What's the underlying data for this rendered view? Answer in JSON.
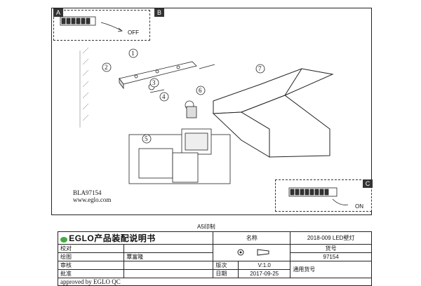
{
  "sheet": {
    "panel_a": "A",
    "panel_b": "B",
    "panel_c": "C",
    "off_label": "OFF",
    "on_label": "ON",
    "steps": [
      "1",
      "2",
      "3",
      "4",
      "5",
      "6",
      "7"
    ],
    "model": "BLA97154",
    "website": "www.eglo.com"
  },
  "print_note": "A5印制",
  "title_block": {
    "brand": "EGLO",
    "doc_title": "产品装配说明书",
    "rows": [
      {
        "label": "校对",
        "value": ""
      },
      {
        "label": "绘图",
        "value": "覃富隆"
      },
      {
        "label": "审核",
        "value": ""
      },
      {
        "label": "批准",
        "value": ""
      }
    ],
    "version_label": "版次",
    "version": "V:1.0",
    "date_label": "日期",
    "date": "2017-09-25",
    "name_label": "名称",
    "name_value": "2018-009 LED壁灯",
    "item_no_label": "货号",
    "item_no_value": "97154",
    "universal_no_label": "通用货号",
    "approved": "approved by EGLO QC"
  }
}
